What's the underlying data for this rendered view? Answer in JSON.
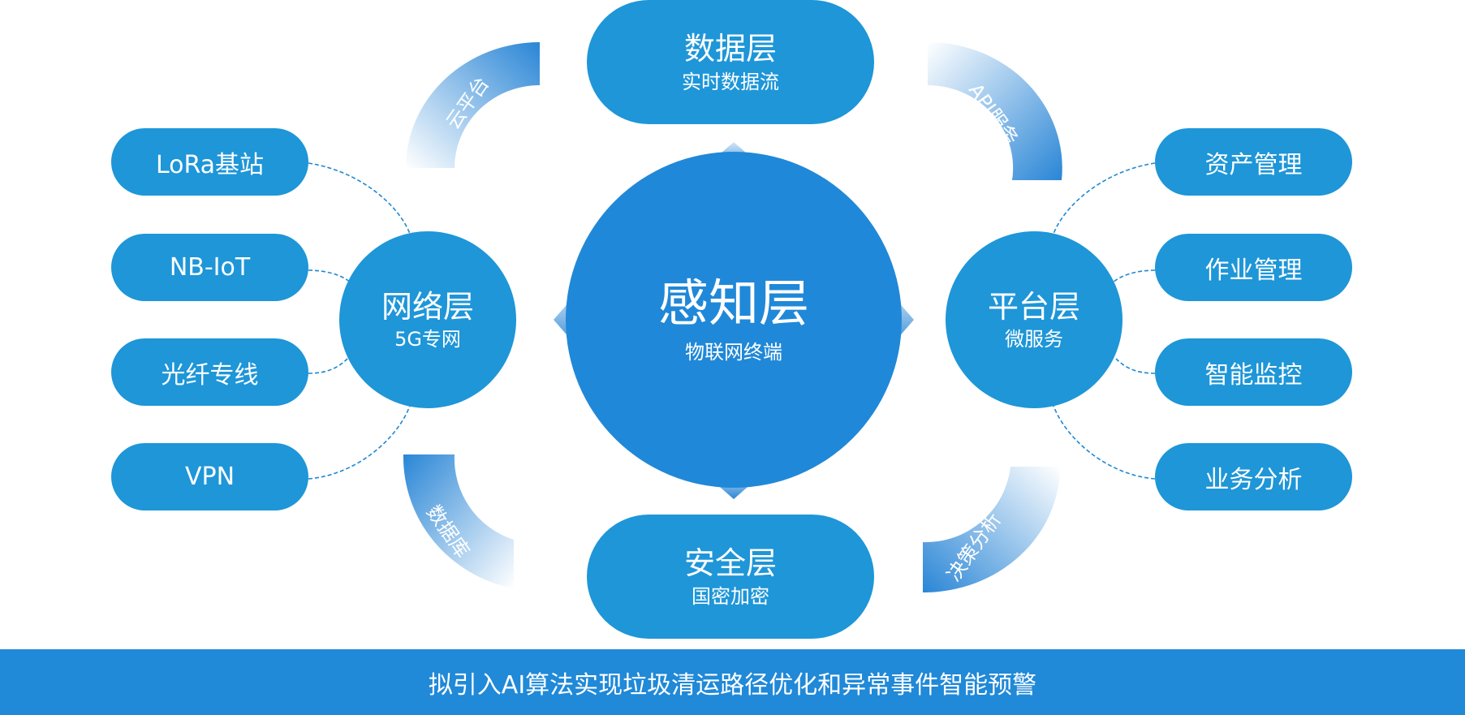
{
  "core": {
    "title": "感知层",
    "subtitle": "物联网终端"
  },
  "top": {
    "title": "数据层",
    "subtitle": "实时数据流"
  },
  "bottom": {
    "title": "安全层",
    "subtitle": "国密加密"
  },
  "left_hub": {
    "title": "网络层",
    "subtitle": "5G专网"
  },
  "right_hub": {
    "title": "平台层",
    "subtitle": "微服务"
  },
  "left_items": [
    "LoRa基站",
    "NB-IoT",
    "光纤专线",
    "VPN"
  ],
  "right_items": [
    "资产管理",
    "作业管理",
    "智能监控",
    "业务分析"
  ],
  "arcs": {
    "top_left": "云平台",
    "top_right": "API服务",
    "bottom_left": "数据库",
    "bottom_right": "决策分析"
  },
  "footer": "拟引入AI算法实现垃圾清运路径优化和异常事件智能预警",
  "colors": {
    "primary": "#1e96d8",
    "core": "#2088d8",
    "footer": "#2089d8"
  }
}
